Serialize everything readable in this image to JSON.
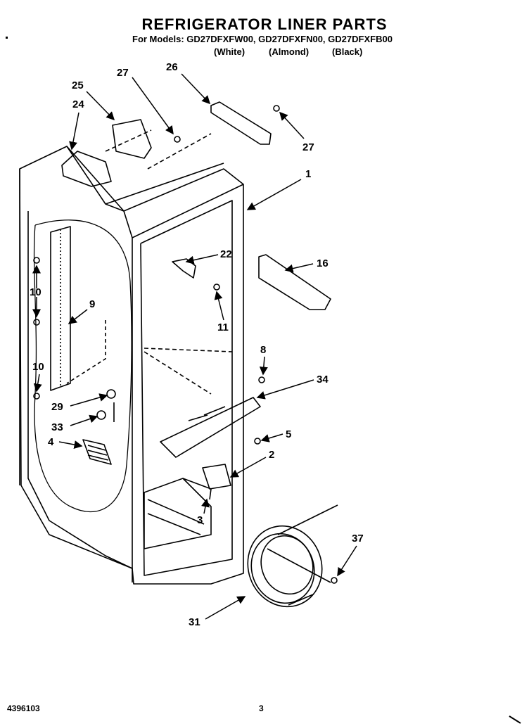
{
  "header": {
    "title": "REFRIGERATOR LINER PARTS",
    "models_prefix": "For Models:",
    "models": [
      "GD27DFXFW00,",
      "GD27DFXFN00,",
      "GD27DFXFB00"
    ],
    "colors": [
      "(White)",
      "(Almond)",
      "(Black)"
    ]
  },
  "callouts": [
    "25",
    "27",
    "26",
    "24",
    "27",
    "1",
    "22",
    "16",
    "10",
    "9",
    "11",
    "10",
    "8",
    "34",
    "29",
    "33",
    "4",
    "5",
    "2",
    "3",
    "37",
    "31"
  ],
  "footer": {
    "doc_number": "4396103",
    "page_number": "3"
  }
}
